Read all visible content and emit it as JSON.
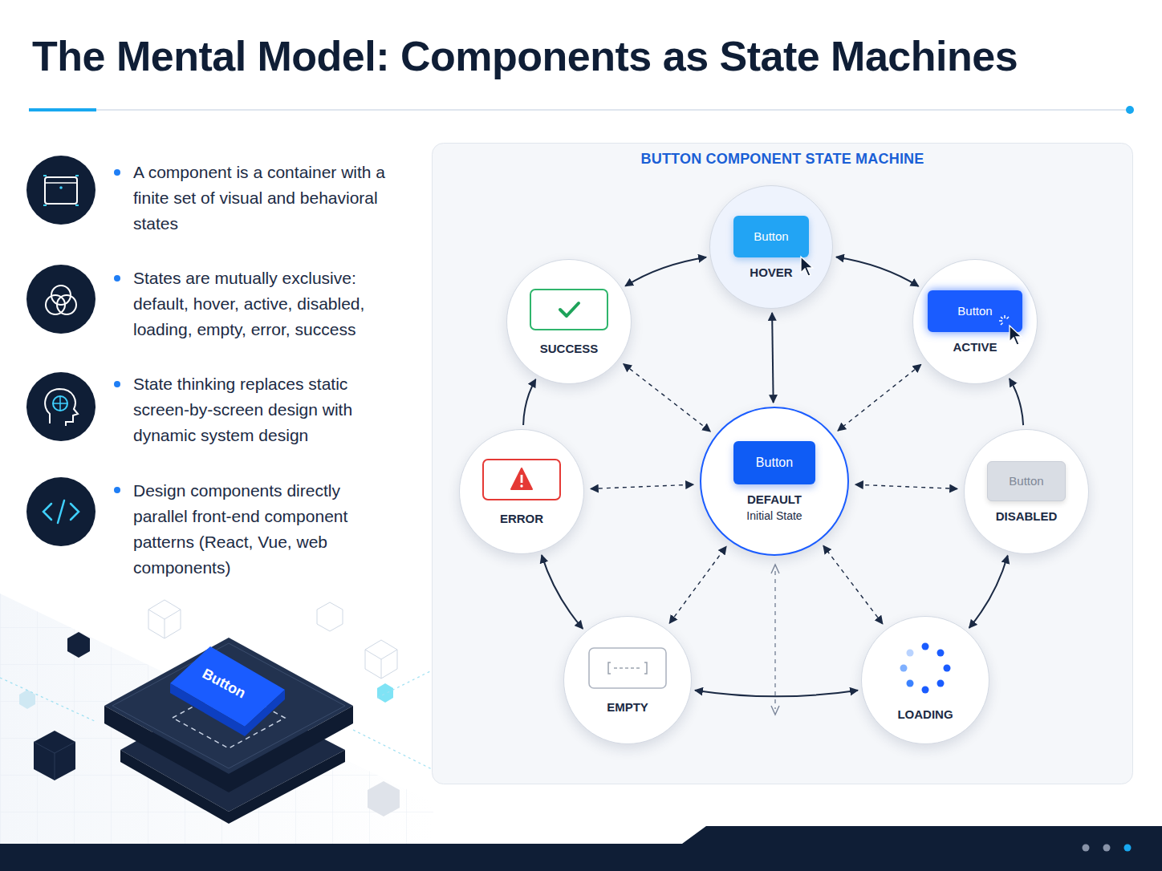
{
  "diagram": {
    "title": "The Mental Model: Components as State Machines",
    "nodes": [
      {
        "text": [
          "BUTTON COMPONENT STATE MACHINE"
        ]
      },
      {
        "text": [
          "Button",
          "HOVER"
        ],
        "in": 0
      },
      {
        "text": [
          "SUCCESS"
        ],
        "in": 0
      },
      {
        "text": [
          "Button",
          "ACTIVE"
        ],
        "in": 0
      },
      {
        "text": [
          "Button",
          "DEFAULT",
          "Initial State"
        ],
        "in": 0
      },
      {
        "text": [
          "ERROR"
        ],
        "in": 0
      },
      {
        "text": [
          "Button",
          "DISABLED"
        ],
        "in": 0
      },
      {
        "text": [
          "EMPTY"
        ],
        "in": 0
      },
      {
        "text": [
          "LOADING"
        ],
        "in": 0
      }
    ],
    "edges": [
      {
        "from": 2,
        "to": 1,
        "arrow": "both"
      },
      {
        "from": 1,
        "to": 3,
        "arrow": "both"
      },
      {
        "from": 1,
        "to": 4,
        "arrow": "both"
      },
      {
        "from": 5,
        "to": 2,
        "arrow": "to"
      },
      {
        "from": 6,
        "to": 3,
        "arrow": "to"
      },
      {
        "from": 5,
        "to": 7,
        "arrow": "both"
      },
      {
        "from": 7,
        "to": 8,
        "arrow": "both"
      },
      {
        "from": 8,
        "to": 6,
        "arrow": "both"
      },
      {
        "from": 2,
        "to": 4,
        "arrow": "both"
      },
      {
        "from": 3,
        "to": 4,
        "arrow": "both"
      },
      {
        "from": 5,
        "to": 4,
        "arrow": "both"
      },
      {
        "from": 6,
        "to": 4,
        "arrow": "both"
      },
      {
        "from": 7,
        "to": 4,
        "arrow": "both"
      },
      {
        "from": 8,
        "to": 4,
        "arrow": "both"
      }
    ],
    "labels": [
      "A component is a container with a finite set of visual and behavioral states",
      "States are mutually exclusive: default, hover, active, disabled, loading, empty, error, success",
      "State thinking replaces static screen-by-screen design with dynamic system design",
      "Design components directly parallel front-end component patterns (React, Vue, web components)",
      "Button"
    ]
  }
}
